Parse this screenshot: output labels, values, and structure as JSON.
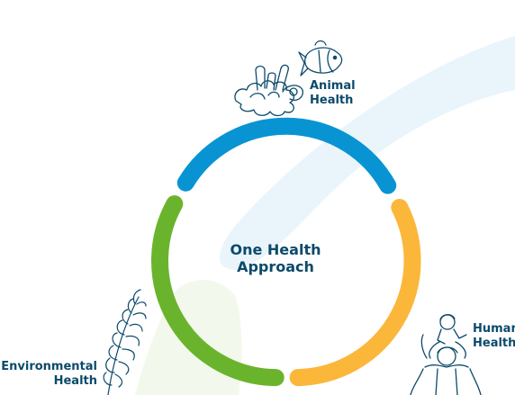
{
  "center": {
    "line1": "One Health",
    "line2": "Approach"
  },
  "segments": [
    {
      "key": "animal",
      "line1": "Animal",
      "line2": "Health",
      "color": "#0894d2",
      "icon": "coral-and-clownfish-icon"
    },
    {
      "key": "human",
      "line1": "Human",
      "line2": "Health",
      "color": "#fbb73a",
      "icon": "parent-and-child-icon"
    },
    {
      "key": "environmental",
      "line1": "Environmental",
      "line2": "Health",
      "color": "#6ab42d",
      "icon": "fern-leaf-icon"
    }
  ],
  "colors": {
    "text": "#0b4a6b",
    "icon_stroke": "#0b4a6b",
    "backdrop_blue": "#e9f5fb",
    "backdrop_green": "#f3f8ec"
  }
}
